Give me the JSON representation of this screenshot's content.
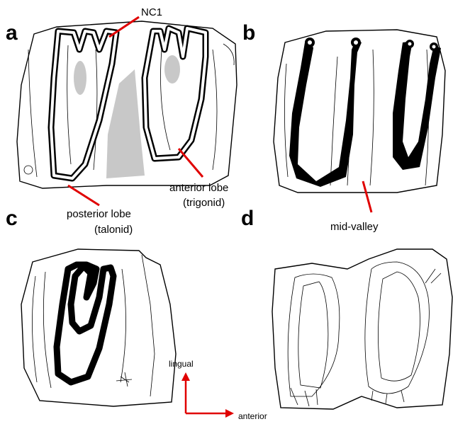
{
  "panels": {
    "a": {
      "letter": "a",
      "labels": {
        "nc1": "NC1",
        "anterior_lobe_1": "anterior lobe",
        "anterior_lobe_2": "(trigonid)",
        "posterior_lobe_1": "posterior lobe",
        "posterior_lobe_2": "(talonid)"
      }
    },
    "b": {
      "letter": "b",
      "labels": {
        "mid_valley": "mid-valley"
      }
    },
    "c": {
      "letter": "c"
    },
    "d": {
      "letter": "d"
    }
  },
  "orientation": {
    "vertical": "lingual",
    "horizontal": "anterior"
  },
  "colors": {
    "callout": "#e00000",
    "dentine": "#c8c8c8",
    "enamel": "#000000"
  }
}
